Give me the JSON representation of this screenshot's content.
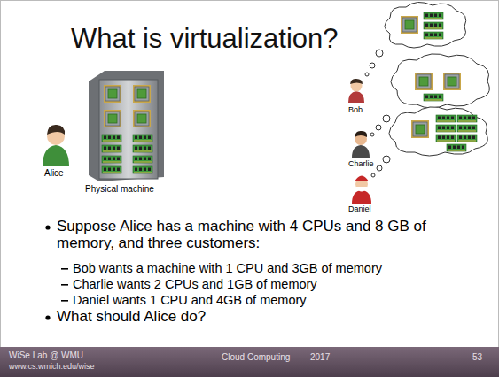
{
  "diagram": {
    "title": "What is virtualization?",
    "nodes": [
      {
        "text": [
          "WiSe Lab @ WMU",
          "www.cs.wmich.edu/wise",
          "Cloud Computing",
          "2017",
          "53"
        ]
      }
    ],
    "labels": [
      "Alice",
      "Physical machine",
      "Bob",
      "Charlie",
      "Daniel",
      "Suppose Alice has a machine with 4 CPUs and 8 GB of memory, and three customers:",
      "Bob wants a machine with 1 CPU and 3GB of memory",
      "Charlie wants 2 CPUs and 1GB of memory",
      "Daniel wants 1 CPU and 4GB of memory",
      "What should Alice do?"
    ]
  }
}
